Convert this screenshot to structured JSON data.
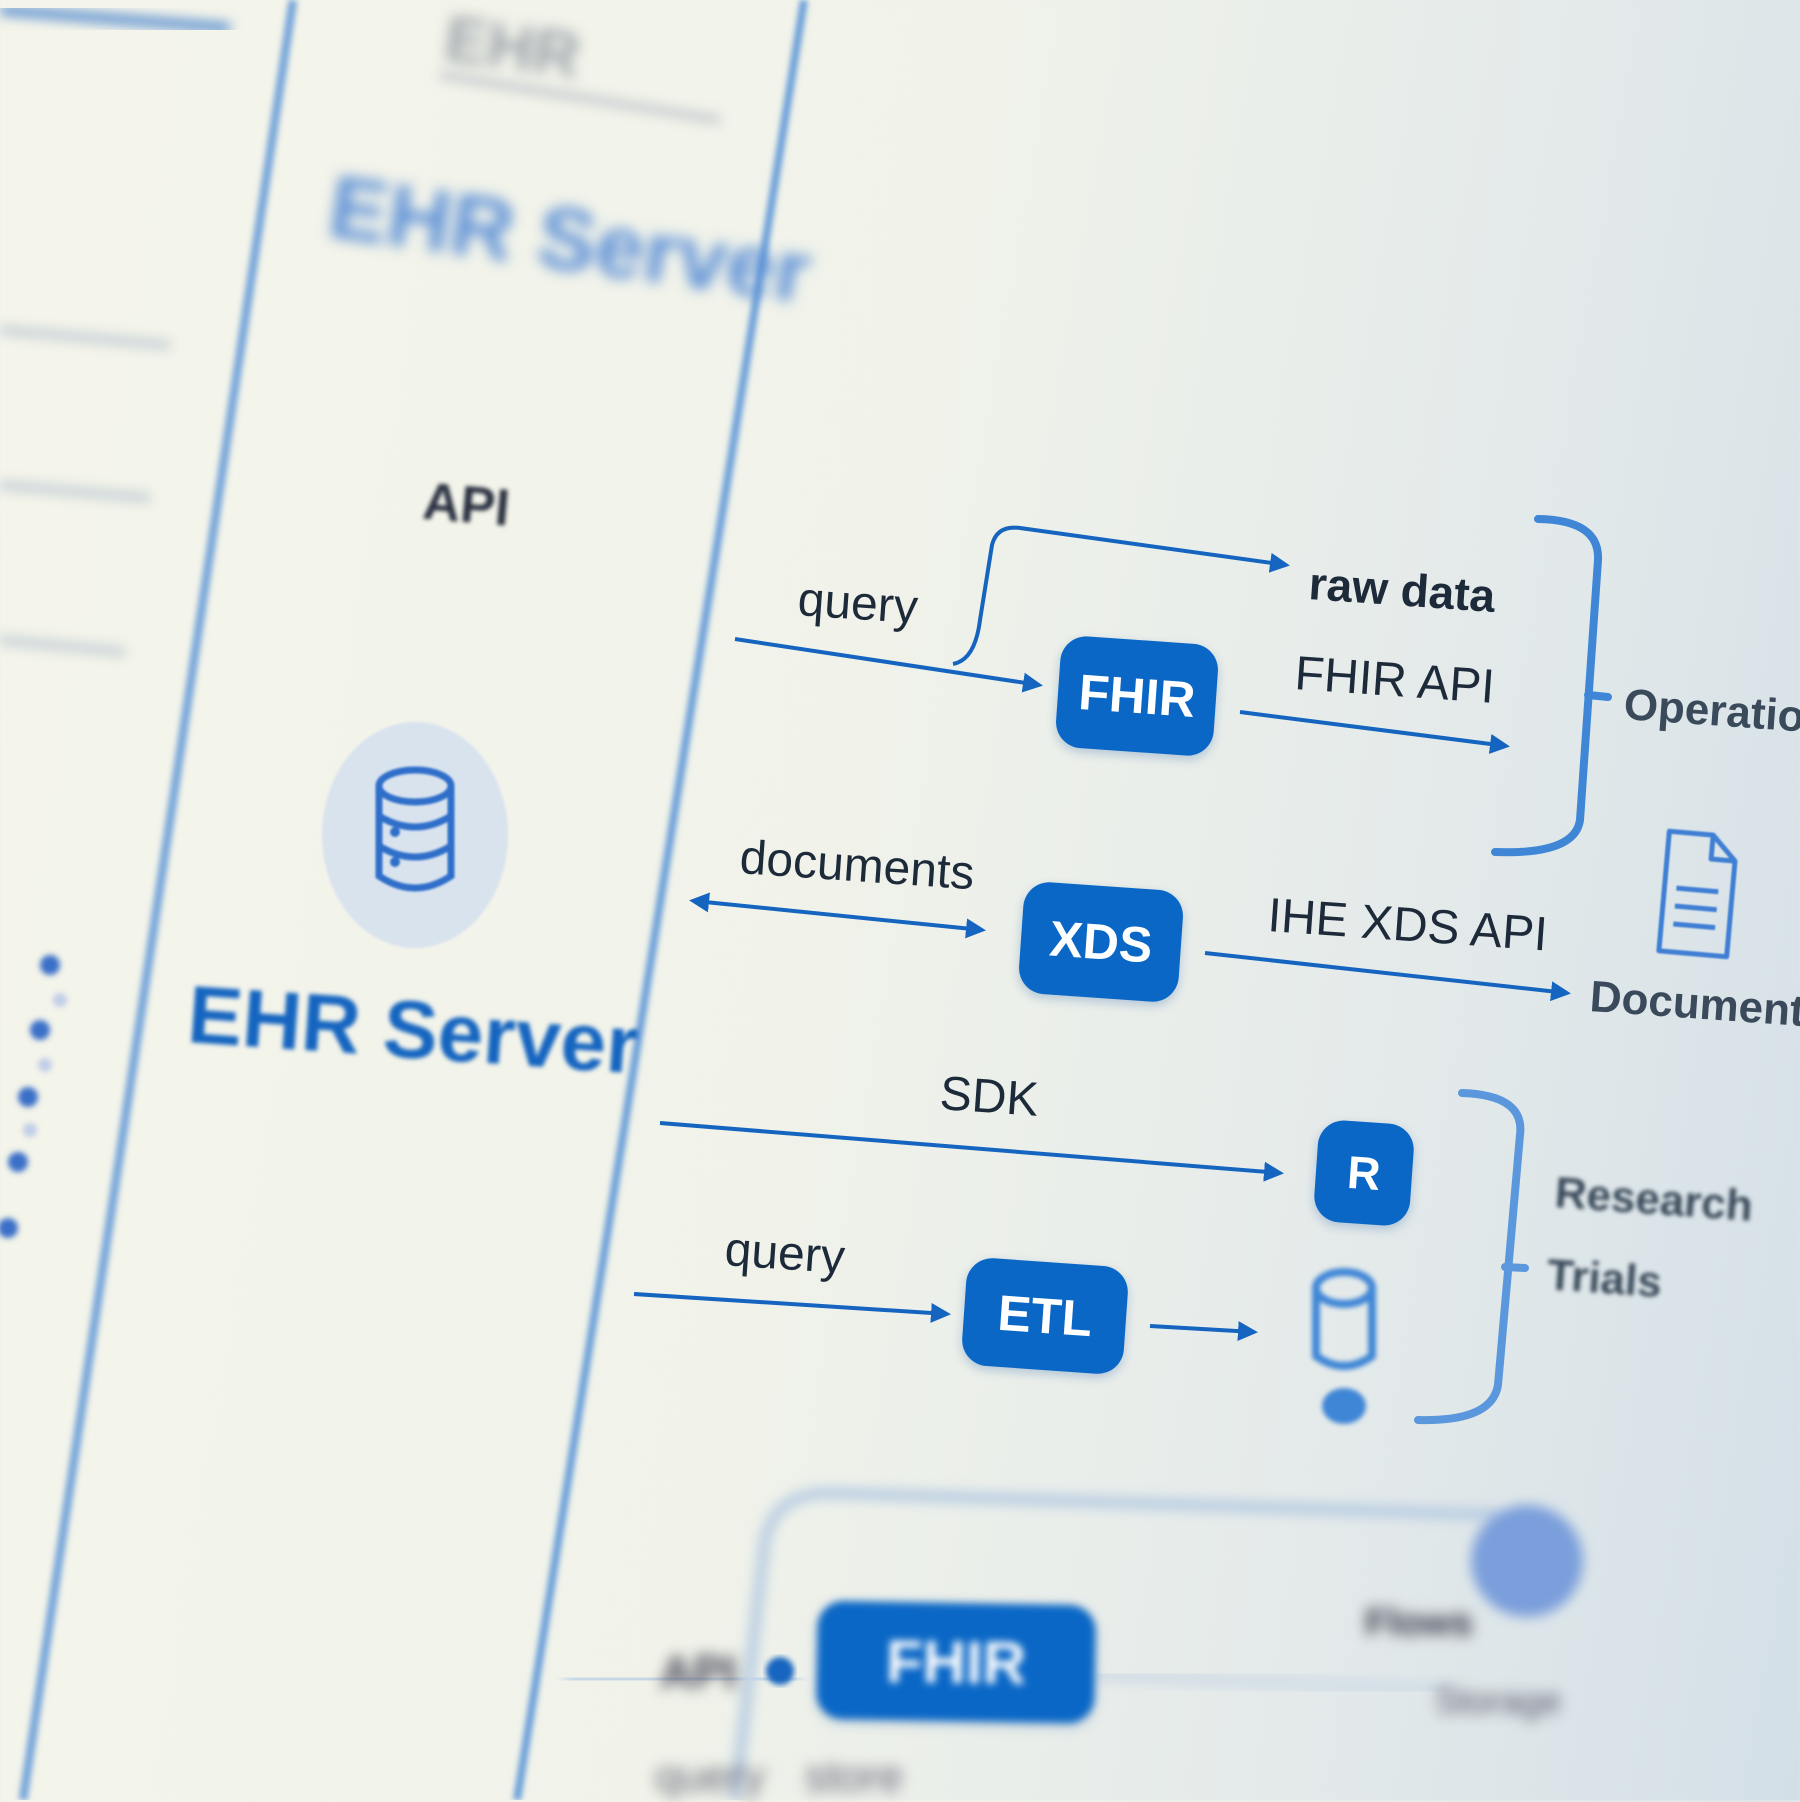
{
  "left_panel": {
    "header_blurred": "EHR",
    "header_title_blurred": "EHR Server",
    "api_label": "API",
    "server_icon": "database-icon",
    "server_title": "EHR Server"
  },
  "flows": {
    "query_top_label": "query",
    "raw_data_label": "raw data",
    "fhir_box": "FHIR",
    "fhir_api_label": "FHIR API",
    "documents_label": "documents",
    "xds_box": "XDS",
    "ihe_xds_api_label": "IHE XDS API",
    "sdk_label": "SDK",
    "r_box": "R",
    "query_bottom_label": "query",
    "etl_box": "ETL"
  },
  "groups": {
    "operational": "Operational",
    "documents": "Documents",
    "documents_icon": "document-icon",
    "research": "Research",
    "trials": "Trials"
  },
  "bottom_blurred": {
    "box_label": "FHIR",
    "left_label": "API",
    "caption_1": "query",
    "caption_2": "store",
    "right_label": "Flows",
    "right_caption": "Storage"
  },
  "colors": {
    "accent": "#0a67c6",
    "line": "#1565c0",
    "panel_line": "#6a9fd8"
  }
}
